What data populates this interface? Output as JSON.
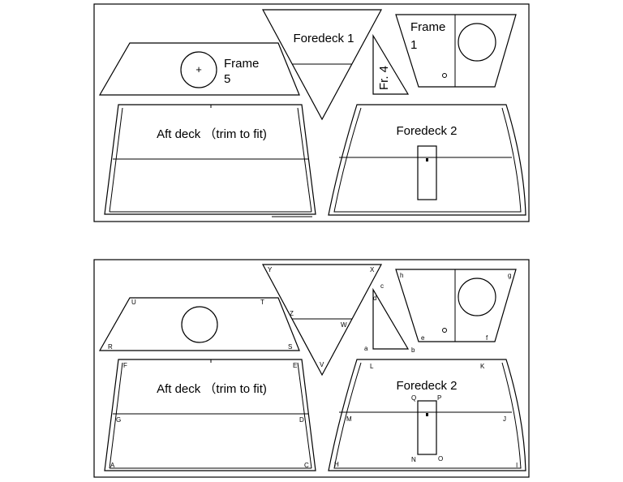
{
  "panel_top": {
    "frame5": {
      "line1": "Frame",
      "line2": "5",
      "center_mark": "+"
    },
    "foredeck1": {
      "label": "Foredeck 1"
    },
    "frame4": {
      "label": "Fr. 4"
    },
    "frame1": {
      "line1": "Frame",
      "line2": "1"
    },
    "aftdeck": {
      "label": "Aft deck （trim to fit)"
    },
    "foredeck2": {
      "label": "Foredeck 2"
    }
  },
  "panel_bottom": {
    "aftdeck": {
      "label": "Aft deck （trim to fit)"
    },
    "foredeck2": {
      "label": "Foredeck 2"
    },
    "points": {
      "U": "U",
      "T": "T",
      "R": "R",
      "S": "S",
      "Y": "Y",
      "X": "X",
      "Z": "Z",
      "W": "W",
      "V": "V",
      "c": "c",
      "d": "d",
      "a": "a",
      "b": "b",
      "h": "h",
      "g": "g",
      "e": "e",
      "f": "f",
      "F": "F",
      "E": "E",
      "G": "G",
      "D": "D",
      "A": "A",
      "C": "C",
      "L": "L",
      "K": "K",
      "Q": "Q",
      "P": "P",
      "M": "M",
      "J": "J",
      "N": "N",
      "O": "O",
      "H": "H",
      "I": "I"
    }
  },
  "colors": {
    "line": "#000000",
    "background": "#ffffff"
  }
}
